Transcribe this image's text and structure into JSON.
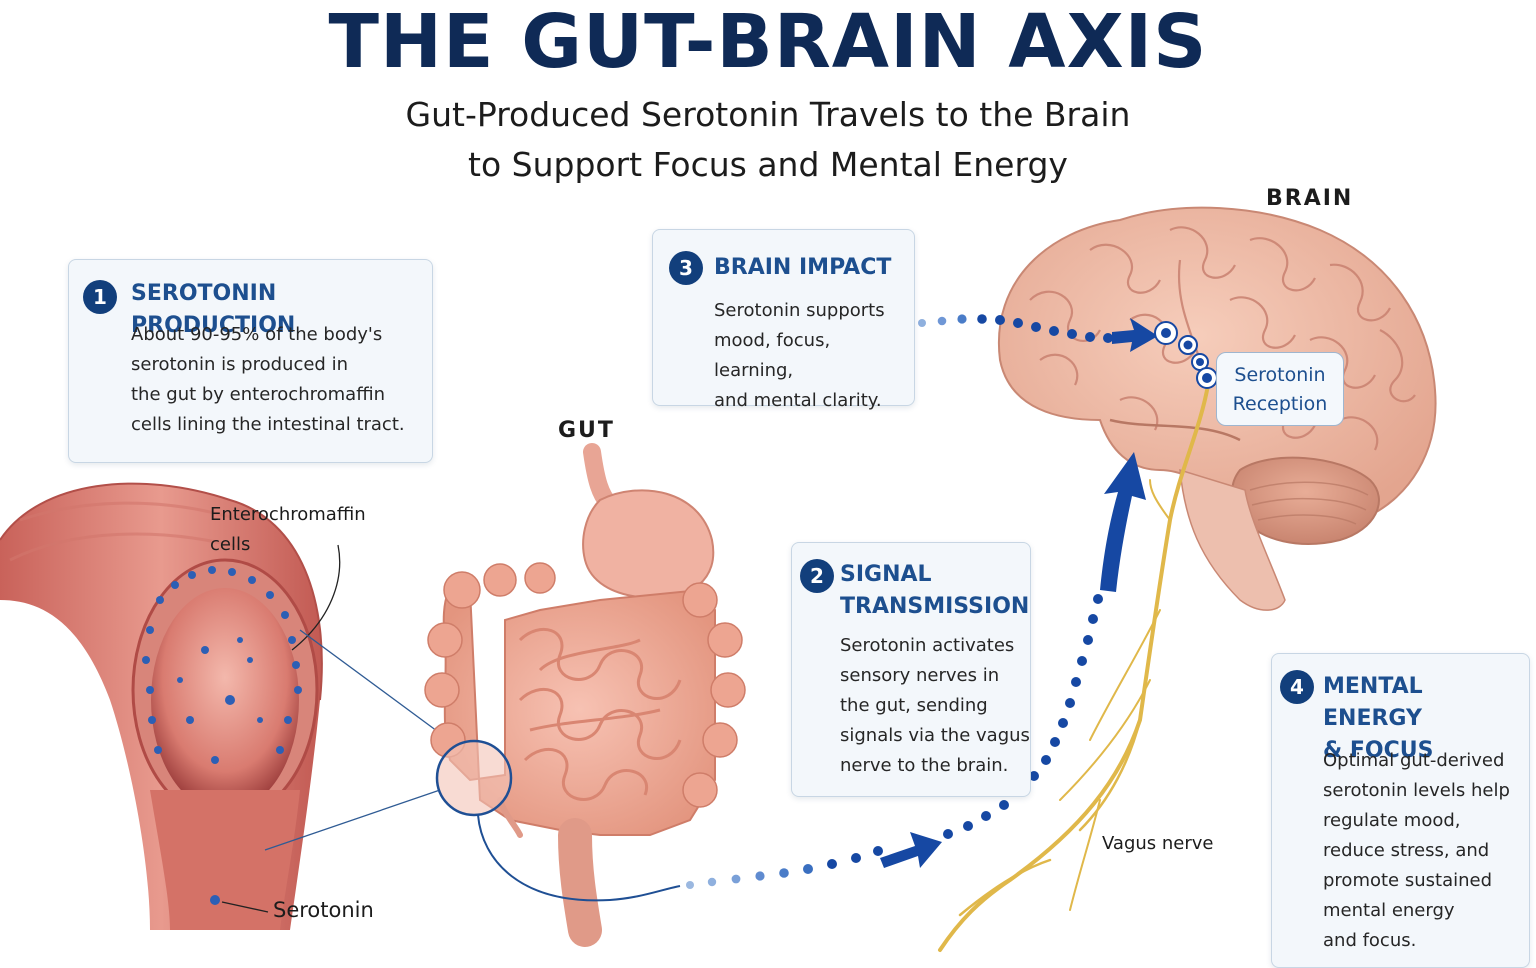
{
  "header": {
    "title": "THE GUT-BRAIN AXIS",
    "subtitle_line1": "Gut-Produced Serotonin Travels to the Brain",
    "subtitle_line2": "to Support Focus and Mental Energy"
  },
  "labels": {
    "brain": "BRAIN",
    "gut": "GUT",
    "enterochromaffin_line1": "Enterochromaffin",
    "enterochromaffin_line2": "cells",
    "serotonin": "Serotonin",
    "vagus_nerve": "Vagus nerve",
    "serotonin_reception_line1": "Serotonin",
    "serotonin_reception_line2": "Reception"
  },
  "cards": [
    {
      "number": "1",
      "title": "SEROTONIN PRODUCTION",
      "body": [
        "About 90-95% of the body's",
        "serotonin is produced in",
        "the gut by enterochromaffin",
        "cells lining the intestinal tract."
      ]
    },
    {
      "number": "2",
      "title_lines": [
        "SIGNAL",
        "TRANSMISSION"
      ],
      "body": [
        "Serotonin activates",
        "sensory nerves in",
        "the gut, sending",
        "signals via the vagus",
        "nerve to the brain."
      ]
    },
    {
      "number": "3",
      "title": "BRAIN IMPACT",
      "body": [
        "Serotonin supports",
        "mood, focus, learning,",
        "and mental clarity."
      ]
    },
    {
      "number": "4",
      "title_lines": [
        "MENTAL ENERGY",
        "& FOCUS"
      ],
      "body": [
        "Optimal gut-derived",
        "serotonin levels help",
        "regulate mood,",
        "reduce stress, and",
        "promote sustained",
        "mental energy",
        "and focus."
      ]
    }
  ],
  "colors": {
    "title": "#0f2a56",
    "accent": "#1d4f8f",
    "badge": "#123f7c",
    "flow_dots": "#1648a3",
    "nerve": "#e0b84a",
    "tissue": "#e59a8c"
  }
}
